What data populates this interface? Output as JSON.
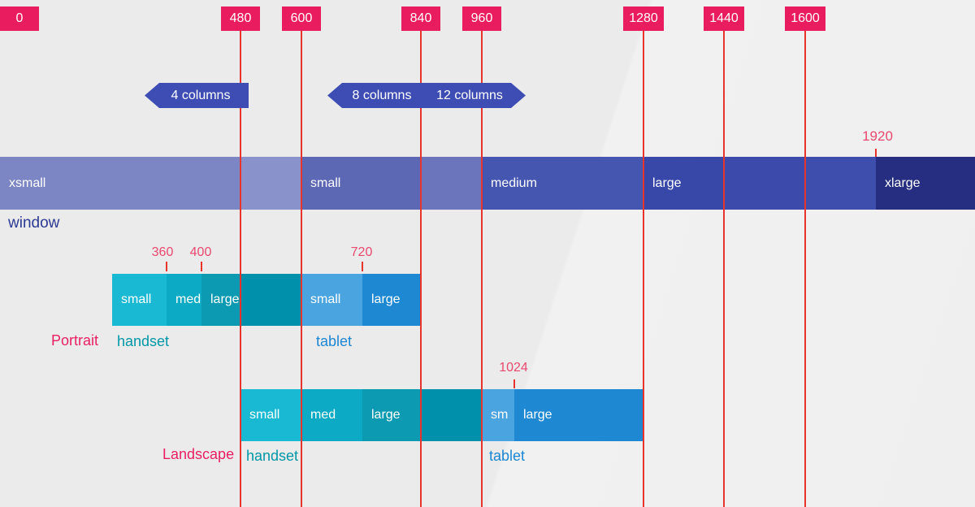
{
  "scale": {
    "breakpoints": [
      {
        "label": "0"
      },
      {
        "label": "480"
      },
      {
        "label": "600"
      },
      {
        "label": "840"
      },
      {
        "label": "960"
      },
      {
        "label": "1280"
      },
      {
        "label": "1440"
      },
      {
        "label": "1600"
      }
    ],
    "max_label": "1920"
  },
  "columns": {
    "badge4": "4 columns",
    "badge8": "8 columns",
    "badge12": "12 columns"
  },
  "window": {
    "caption": "window",
    "segments": [
      {
        "label": "xsmall",
        "color": "#7d86c4"
      },
      {
        "label": "",
        "color": "#8a92cb"
      },
      {
        "label": "small",
        "color": "#5d68b5"
      },
      {
        "label": "",
        "color": "#6a75bc"
      },
      {
        "label": "medium",
        "color": "#4556b1"
      },
      {
        "label": "large",
        "color": "#3848a8"
      },
      {
        "label": "",
        "color": "#3b4aab"
      },
      {
        "label": "",
        "color": "#3e4ead"
      },
      {
        "label": "xlarge",
        "color": "#252e80"
      }
    ]
  },
  "portrait": {
    "caption": "Portrait",
    "ticks": [
      {
        "label": "360"
      },
      {
        "label": "400"
      },
      {
        "label": "720"
      }
    ],
    "handset": {
      "caption": "handset",
      "segments": [
        {
          "label": "small",
          "color": "#19b9d3"
        },
        {
          "label": "med",
          "color": "#0caac4"
        },
        {
          "label": "large",
          "color": "#0c9ab3"
        },
        {
          "label": "",
          "color": "#0090ab"
        }
      ]
    },
    "tablet": {
      "caption": "tablet",
      "segments": [
        {
          "label": "small",
          "color": "#4aa4e0"
        },
        {
          "label": "large",
          "color": "#1f88d2"
        }
      ]
    }
  },
  "landscape": {
    "caption": "Landscape",
    "ticks": [
      {
        "label": "1024"
      }
    ],
    "handset": {
      "caption": "handset",
      "segments": [
        {
          "label": "small",
          "color": "#19b9d3"
        },
        {
          "label": "med",
          "color": "#0caac4"
        },
        {
          "label": "large",
          "color": "#0c9ab3"
        },
        {
          "label": "",
          "color": "#0090ab"
        }
      ]
    },
    "tablet": {
      "caption": "tablet",
      "segments": [
        {
          "label": "sm",
          "color": "#4aa4e0"
        },
        {
          "label": "large",
          "color": "#1f88d2"
        }
      ]
    }
  },
  "colors": {
    "accent_pink": "#ea1c60",
    "line_red": "#e8342c",
    "badge_indigo": "#3e4db3",
    "tick_label_pink": "#e9486e",
    "caption_pink": "#e91e63",
    "handset_teal": "#0097a7",
    "tablet_blue": "#1c87d2",
    "window_caption_indigo": "#2c3a94",
    "background_gray": "#ececec"
  }
}
